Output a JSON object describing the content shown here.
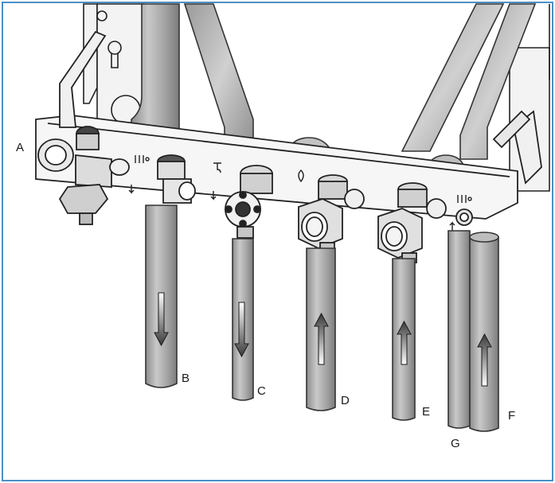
{
  "diagram": {
    "frame_color": "#4a90c8",
    "pipe_color": "#a9a9a9",
    "callouts": {
      "a": "A",
      "b": "B",
      "c": "C",
      "d": "D",
      "e": "E",
      "f": "F",
      "g": "G"
    },
    "arrows": {
      "b": "down",
      "c": "down",
      "d": "up",
      "e": "up",
      "f": "up"
    }
  }
}
